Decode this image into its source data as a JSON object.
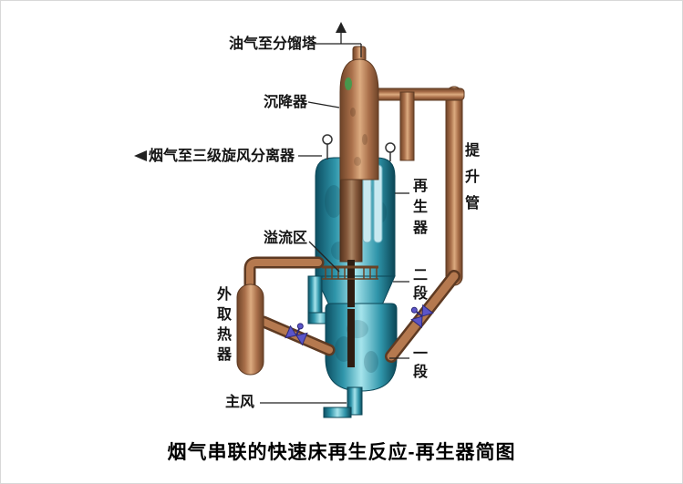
{
  "title": "烟气串联的快速床再生反应-再生器简图",
  "labels": {
    "oil_gas_to_fractionator": "油气至分馏塔",
    "settler": "沉降器",
    "flue_gas_to_cyclone": "烟气至三级旋风分离器",
    "riser": "提升管",
    "regenerator": "再生器",
    "overflow_zone": "溢流区",
    "external_heat_remover": "外取热器",
    "stage_two": "二段",
    "stage_one": "一段",
    "main_air": "主风"
  },
  "colors": {
    "copper": "#a96f4a",
    "copper_highlight": "#dcab80",
    "copper_dark": "#5e3a22",
    "teal": "#2f95aa",
    "teal_highlight": "#a6e4ec",
    "teal_dark": "#0d4f62",
    "valve": "#5b55c8",
    "leader_line": "#222222",
    "background": "#ffffff",
    "border": "#d8d8d8"
  }
}
